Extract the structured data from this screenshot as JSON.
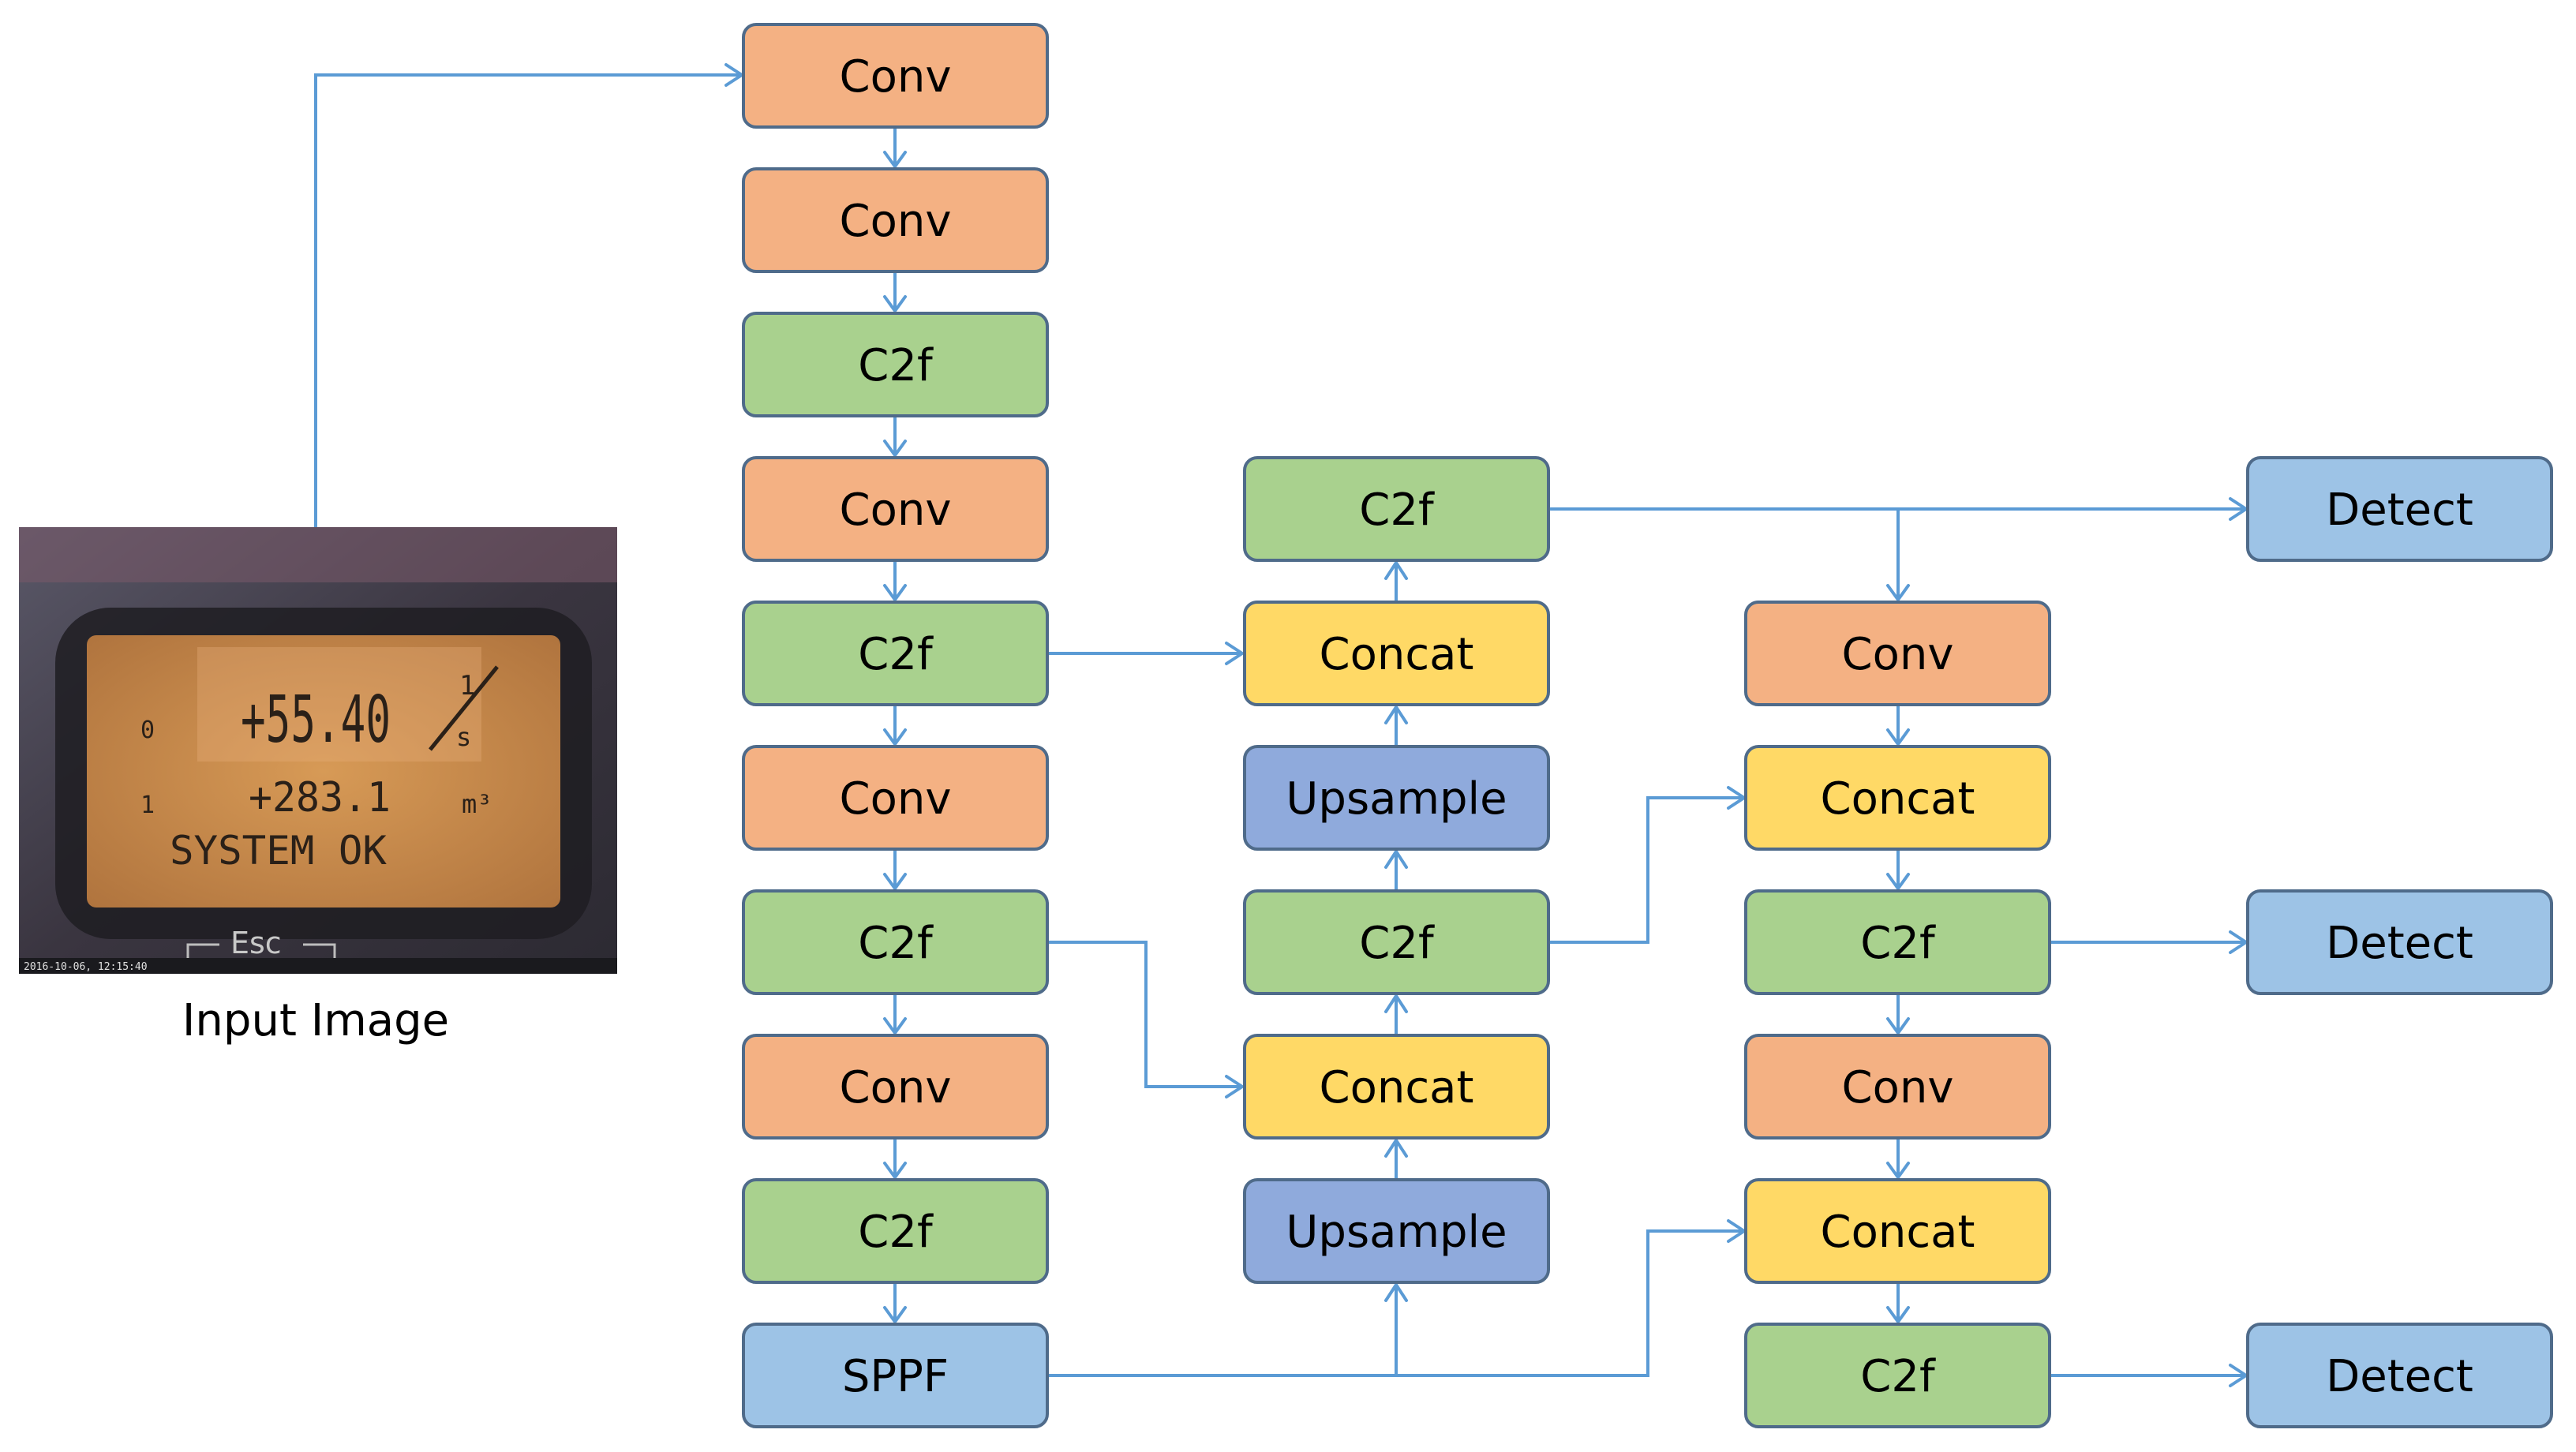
{
  "colors": {
    "conv": "#f4b183",
    "c2f": "#a9d18e",
    "concat": "#ffd966",
    "upsample": "#8faadc",
    "sppf": "#9dc3e6",
    "detect": "#9dc3e6",
    "edge": "#5b9bd5",
    "border": "#4f6b8a"
  },
  "input": {
    "caption": "Input Image",
    "display_main": "+55.40",
    "display_unit_top": "1",
    "display_unit_bottom": "s",
    "display_second": "+283.1",
    "display_second_unit": "m³",
    "display_status": "SYSTEM OK",
    "display_key": "Esc",
    "timestamp": "2016-10-06, 12:15:40"
  },
  "backbone": [
    {
      "label": "Conv",
      "kind": "conv"
    },
    {
      "label": "Conv",
      "kind": "conv"
    },
    {
      "label": "C2f",
      "kind": "c2f"
    },
    {
      "label": "Conv",
      "kind": "conv"
    },
    {
      "label": "C2f",
      "kind": "c2f"
    },
    {
      "label": "Conv",
      "kind": "conv"
    },
    {
      "label": "C2f",
      "kind": "c2f"
    },
    {
      "label": "Conv",
      "kind": "conv"
    },
    {
      "label": "C2f",
      "kind": "c2f"
    },
    {
      "label": "SPPF",
      "kind": "sppf"
    }
  ],
  "neck_up": [
    {
      "label": "C2f",
      "kind": "c2f"
    },
    {
      "label": "Concat",
      "kind": "concat"
    },
    {
      "label": "Upsample",
      "kind": "upsample"
    },
    {
      "label": "C2f",
      "kind": "c2f"
    },
    {
      "label": "Concat",
      "kind": "concat"
    },
    {
      "label": "Upsample",
      "kind": "upsample"
    }
  ],
  "neck_down": [
    {
      "label": "Conv",
      "kind": "conv"
    },
    {
      "label": "Concat",
      "kind": "concat"
    },
    {
      "label": "C2f",
      "kind": "c2f"
    },
    {
      "label": "Conv",
      "kind": "conv"
    },
    {
      "label": "Concat",
      "kind": "concat"
    },
    {
      "label": "C2f",
      "kind": "c2f"
    }
  ],
  "heads": [
    {
      "label": "Detect",
      "kind": "detect"
    },
    {
      "label": "Detect",
      "kind": "detect"
    },
    {
      "label": "Detect",
      "kind": "detect"
    }
  ]
}
